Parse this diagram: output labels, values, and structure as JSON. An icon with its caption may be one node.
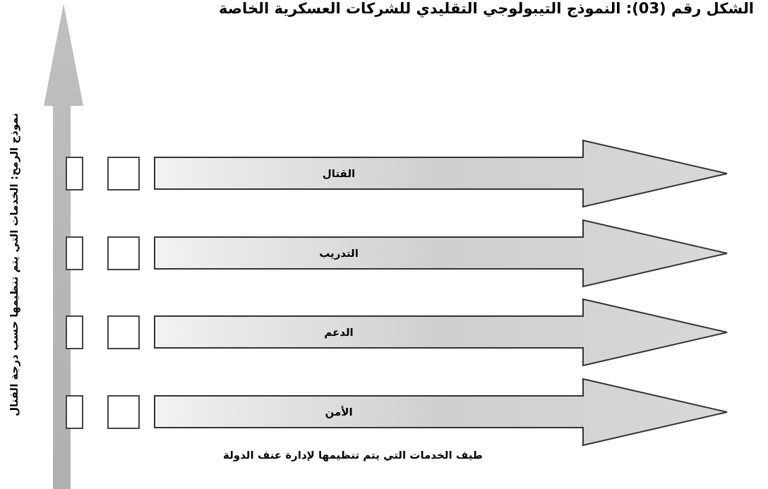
{
  "diagram": {
    "title": "الشكل رقم (03): النموذج التيبولوجي التقليدي للشركات العسكرية الخاصة",
    "nodes": [
      {
        "text": [
          "نموذج الرمح: الخدمات التي يتم تنظيمها حسب درجة القتال"
        ]
      },
      {
        "text": [],
        "shape": "box"
      },
      {
        "text": [],
        "shape": "box"
      },
      {
        "text": [
          "القتال"
        ]
      },
      {
        "text": [],
        "shape": "box"
      },
      {
        "text": [],
        "shape": "box"
      },
      {
        "text": [
          "التدريب"
        ]
      },
      {
        "text": [],
        "shape": "box"
      },
      {
        "text": [],
        "shape": "box"
      },
      {
        "text": [
          "الدعم"
        ]
      },
      {
        "text": [],
        "shape": "box"
      },
      {
        "text": [],
        "shape": "box"
      },
      {
        "text": [
          "الأمن"
        ]
      }
    ],
    "edges": [],
    "labels": [
      "طيف الخدمات التي يتم تنظيمها لإدارة عنف الدولة"
    ]
  }
}
